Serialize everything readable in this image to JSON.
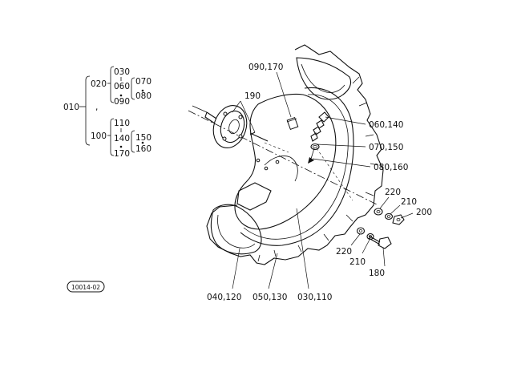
{
  "tree": {
    "root": "010",
    "separator": ",",
    "group_a": {
      "code": "020",
      "items": [
        "030",
        "060",
        "090"
      ],
      "sub": [
        "070",
        "080"
      ]
    },
    "group_b": {
      "code": "100",
      "items": [
        "110",
        "140",
        "170"
      ],
      "sub": [
        "150",
        "160"
      ]
    }
  },
  "callouts": {
    "c090_170": "090,170",
    "c190": "190",
    "c060_140": "060,140",
    "c070_150": "070,150",
    "c080_160": "080,160",
    "c220_top": "220",
    "c210_top": "210",
    "c200": "200",
    "c220_bot": "220",
    "c210_bot": "210",
    "c180": "180",
    "c040_120": "040,120",
    "c050_130": "050,130",
    "c030_110": "030,110"
  },
  "figure_id": "10014-02"
}
